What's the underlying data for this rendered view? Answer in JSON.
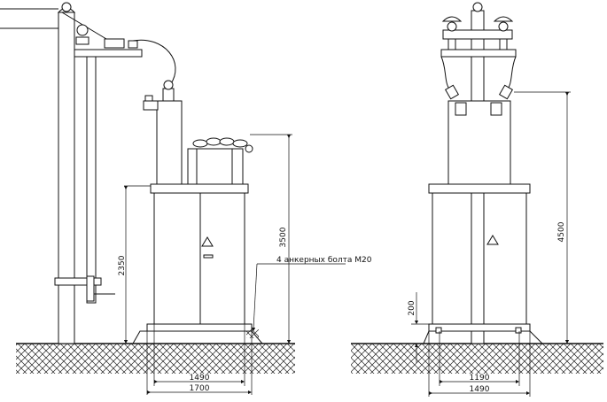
{
  "dimensions": {
    "left_height_mm": "2350",
    "left_total_height_mm": "3500",
    "left_width_inner_mm": "1490",
    "left_width_outer_mm": "1700",
    "right_total_height_mm": "4500",
    "right_base_height_mm": "200",
    "right_width_inner_mm": "1190",
    "right_width_outer_mm": "1490"
  },
  "annotations": {
    "anchor_bolts": "4 анкерных болта М20"
  }
}
